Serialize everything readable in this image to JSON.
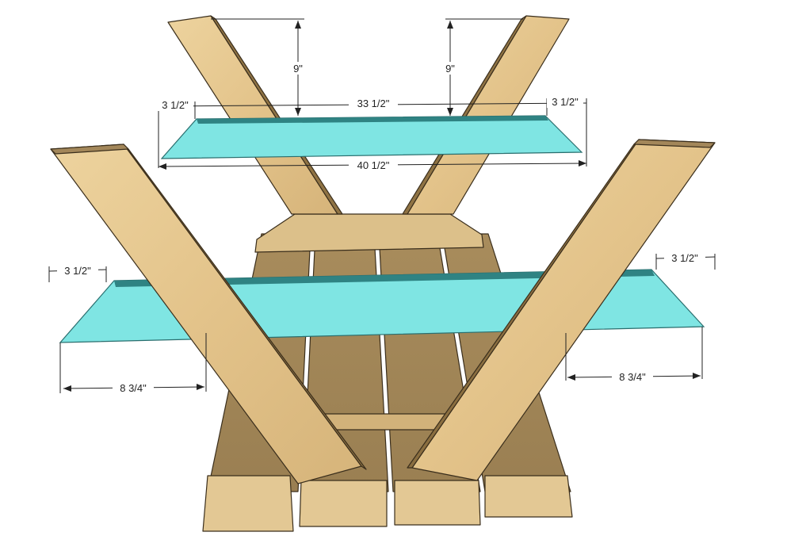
{
  "colors": {
    "background": "#ffffff",
    "cyan_top": "#7fe4e4",
    "cyan_edge": "#2f8a8a",
    "wood_light": "#e8c990",
    "wood_mid": "#c9a870",
    "wood_dark": "#7b6138",
    "plank": "#b69b6d",
    "plank_front": "#e1c690",
    "dim_line": "#222222"
  },
  "dimensions": {
    "upper_left_height": "9\"",
    "upper_right_height": "9\"",
    "upper_left_overhang": "3 1/2\"",
    "upper_span": "33 1/2\"",
    "upper_right_overhang": "3 1/2\"",
    "upper_total": "40 1/2\"",
    "lower_left_overhang": "3 1/2\"",
    "lower_right_overhang": "3 1/2\"",
    "lower_left_offset": "8 3/4\"",
    "lower_right_offset": "8 3/4\""
  }
}
